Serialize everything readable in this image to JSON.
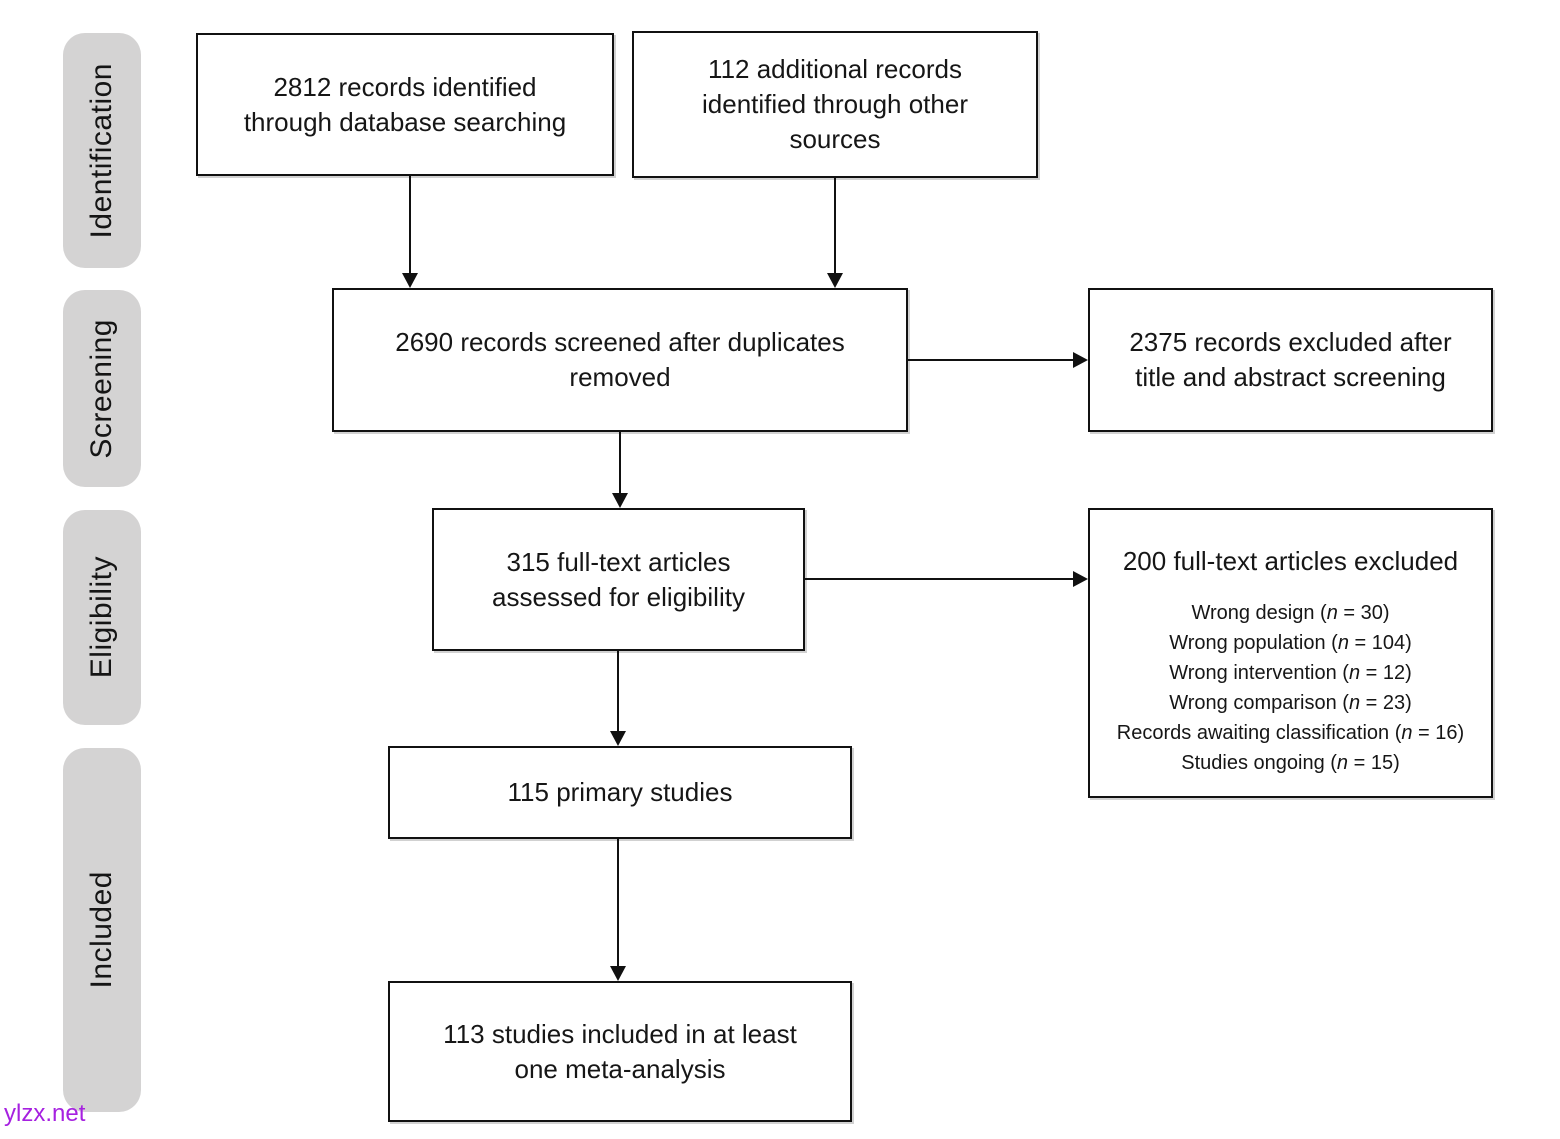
{
  "watermark": "ylzx.net",
  "diagram": {
    "stages": [
      {
        "label": "Identification"
      },
      {
        "label": "Screening"
      },
      {
        "label": "Eligibility"
      },
      {
        "label": "Included"
      }
    ],
    "boxes": {
      "identified_db": {
        "text": "2812 records identified\nthrough database searching"
      },
      "identified_other": {
        "text": "112 additional records\nidentified through other\nsources"
      },
      "screened": {
        "text": "2690 records screened after duplicates\nremoved"
      },
      "excluded_screening": {
        "text": "2375 records excluded after\ntitle and abstract screening"
      },
      "fulltext_assessed": {
        "text": "315 full-text articles\nassessed for eligibility"
      },
      "fulltext_excluded": {
        "title": "200 full-text articles excluded",
        "reasons": [
          {
            "label": "Wrong design",
            "n": "30"
          },
          {
            "label": "Wrong population",
            "n": "104"
          },
          {
            "label": "Wrong intervention",
            "n": "12"
          },
          {
            "label": "Wrong comparison",
            "n": "23"
          },
          {
            "label": "Records awaiting classification",
            "n": "16"
          },
          {
            "label": "Studies ongoing",
            "n": "15"
          }
        ]
      },
      "primary_studies": {
        "text": "115 primary studies"
      },
      "meta_analysis": {
        "text": "113 studies included in at least\none meta-analysis"
      }
    }
  }
}
